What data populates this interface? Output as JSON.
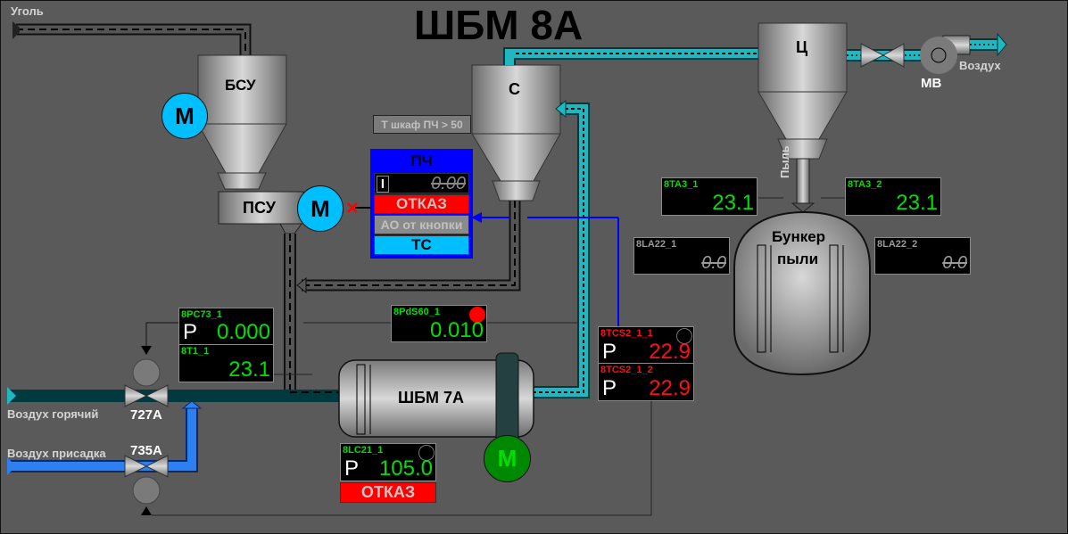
{
  "title": "ШБМ 8А",
  "colors": {
    "background": "#5a5a5a",
    "hot_air": "#00a8b0",
    "cold_air": "#1e6fe0",
    "motor_blue": "#00bfff",
    "motor_green": "#008800",
    "alarm_red": "#ff0000",
    "value_green": "#00e000",
    "value_red": "#ff1010",
    "pch_blue": "#0000ff"
  },
  "flows": {
    "coal": "Уголь",
    "hot_air": "Воздух горячий",
    "air_additive": "Воздух присадка",
    "air_out": "Воздух",
    "dust": "Пыль"
  },
  "equipment": {
    "bsu": "БСУ",
    "psu": "ПСУ",
    "separator": "С",
    "cyclone": "Ц",
    "mill": "ШБМ 7А",
    "bunker_line1": "Бункер",
    "bunker_line2": "пыли",
    "fan": "МВ",
    "motor_label": "М",
    "valve_hot": "727А",
    "valve_add": "735А"
  },
  "pch": {
    "title": "ПЧ",
    "mode": "I",
    "value": "0.00",
    "fault": "ОТКАЗ",
    "ao_source": "АО от кнопки",
    "ts": "ТС"
  },
  "t_cabinet_alarm": "Т шкаф ПЧ > 50",
  "instruments": {
    "pc73": {
      "tag": "8PC73_1",
      "mode": "P",
      "value": "0.000"
    },
    "t1": {
      "tag": "8T1_1",
      "value": "23.1"
    },
    "pds60": {
      "tag": "8PdS60_1",
      "value": "0.010",
      "lamp": "red"
    },
    "lc21": {
      "tag": "8LC21_1",
      "mode": "P",
      "value": "105.0",
      "fault": "ОТКАЗ"
    },
    "tcs2_1": {
      "tag": "8TCS2_1_1",
      "mode": "P",
      "value": "22.9"
    },
    "tcs2_2": {
      "tag": "8TCS2_1_2",
      "mode": "P",
      "value": "22.9"
    },
    "ta3_1": {
      "tag": "8TA3_1",
      "value": "23.1"
    },
    "ta3_2": {
      "tag": "8TA3_2",
      "value": "23.1"
    },
    "la22_1": {
      "tag": "8LA22_1",
      "value": "0.0"
    },
    "la22_2": {
      "tag": "8LA22_2",
      "value": "0.0"
    }
  }
}
